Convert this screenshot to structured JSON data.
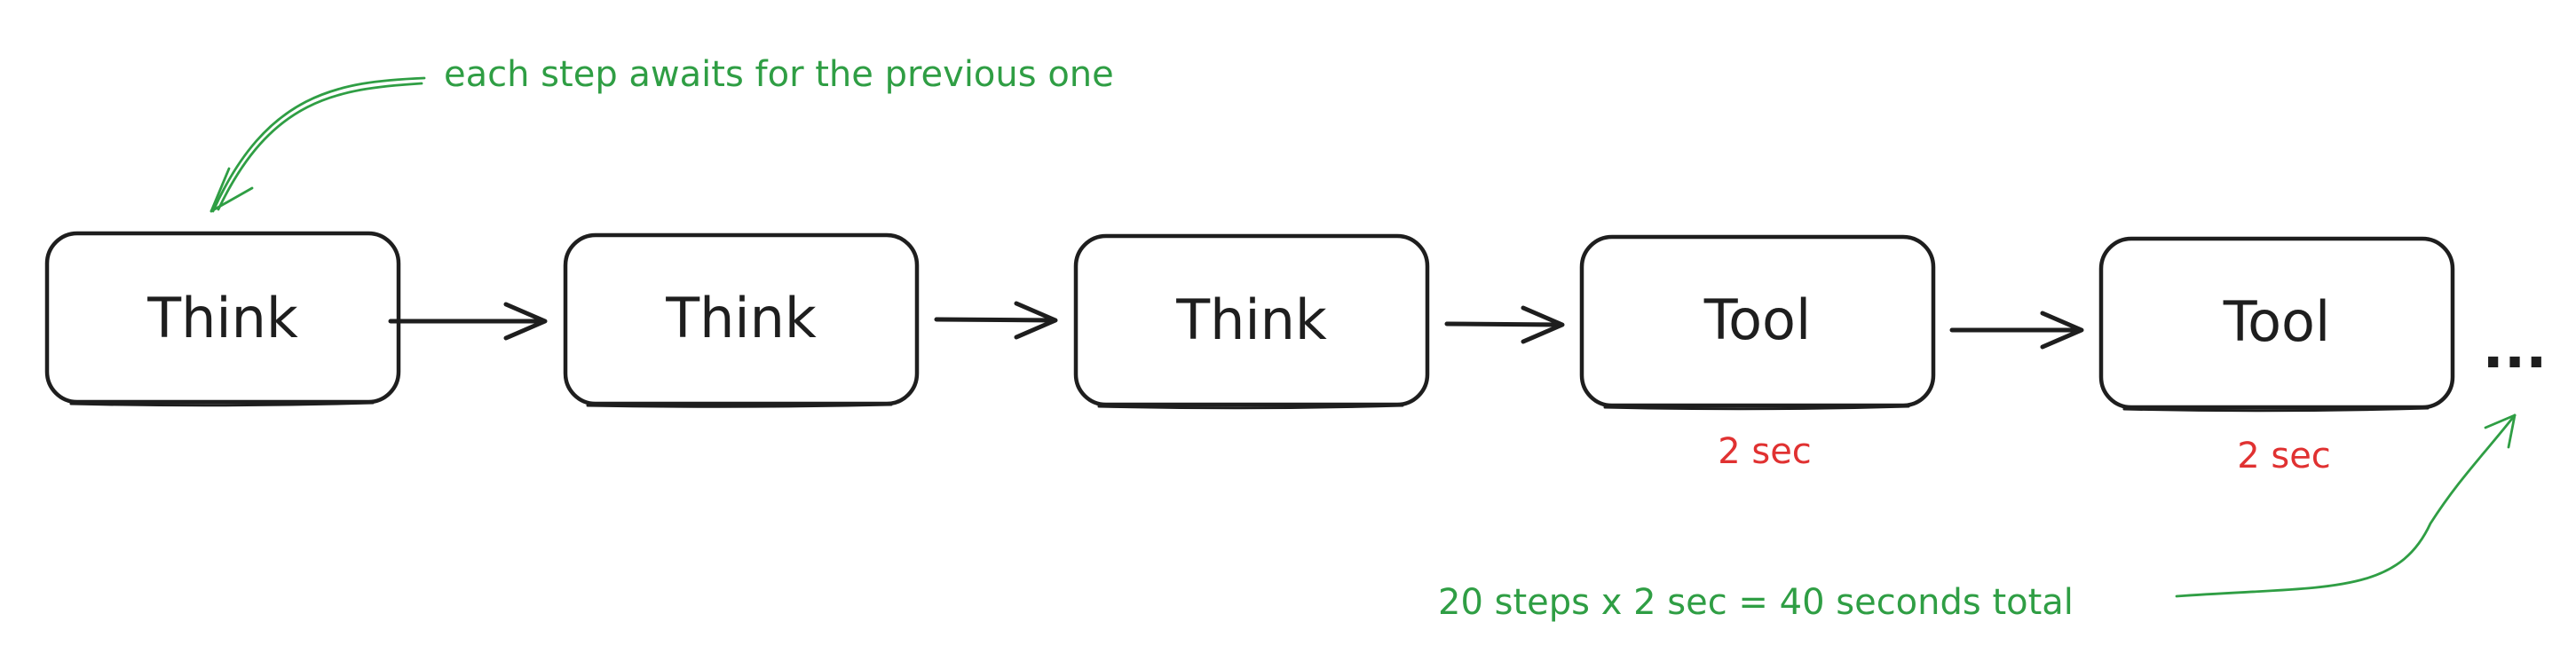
{
  "diagram": {
    "steps": [
      {
        "label": "Think",
        "duration": ""
      },
      {
        "label": "Think",
        "duration": ""
      },
      {
        "label": "Think",
        "duration": ""
      },
      {
        "label": "Tool",
        "duration": "2 sec"
      },
      {
        "label": "Tool",
        "duration": "2 sec"
      }
    ],
    "continuation": "...",
    "annotations": {
      "top": "each step awaits for the previous one",
      "bottom": "20 steps x 2 sec = 40 seconds total"
    },
    "colors": {
      "stroke": "#1e1e1e",
      "annotation": "#2f9e44",
      "duration": "#e03131",
      "background": "#ffffff"
    }
  }
}
